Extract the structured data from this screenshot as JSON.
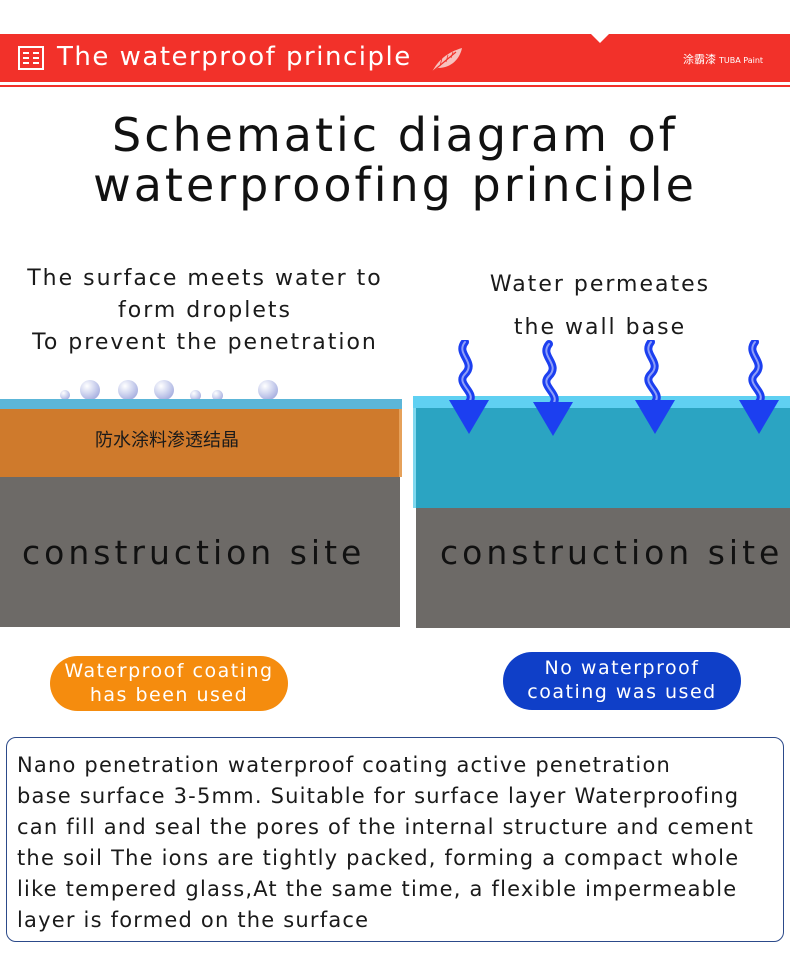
{
  "header": {
    "title": "The waterproof principle",
    "brand_cn": "涂霸漆",
    "brand_en": "TUBA Paint",
    "bar_color": "#f2312a"
  },
  "main_title": {
    "line1": "Schematic diagram of",
    "line2": "waterproofing principle"
  },
  "left_panel": {
    "caption_lines": [
      "The surface meets water to",
      "form droplets",
      "To prevent the penetration"
    ],
    "coating_label": "防水涂料渗透结晶",
    "site_label": "construction site",
    "pill_lines": [
      "Waterproof coating",
      "has been used"
    ],
    "coating_color": "#cf7a2c",
    "surface_color": "#5cb6d8",
    "ground_color": "#6d6a67",
    "pill_color": "#f58c0e"
  },
  "right_panel": {
    "caption_lines": [
      "Water permeates",
      "the wall base"
    ],
    "site_label": "construction site",
    "pill_lines": [
      "No waterproof",
      "coating was used"
    ],
    "water_color": "#2ba4c2",
    "ground_color": "#6d6a67",
    "arrow_color": "#1c3ff0",
    "pill_color": "#0f3fc8"
  },
  "description": {
    "lines": [
      "Nano penetration waterproof coating active penetration",
      "base surface 3-5mm. Suitable for surface layer Waterproofing",
      "can fill and seal the pores of the internal structure and cement",
      "the soil The ions are tightly packed, forming a compact whole",
      "like tempered glass,At the same time, a flexible impermeable",
      "layer is formed on the surface"
    ]
  }
}
